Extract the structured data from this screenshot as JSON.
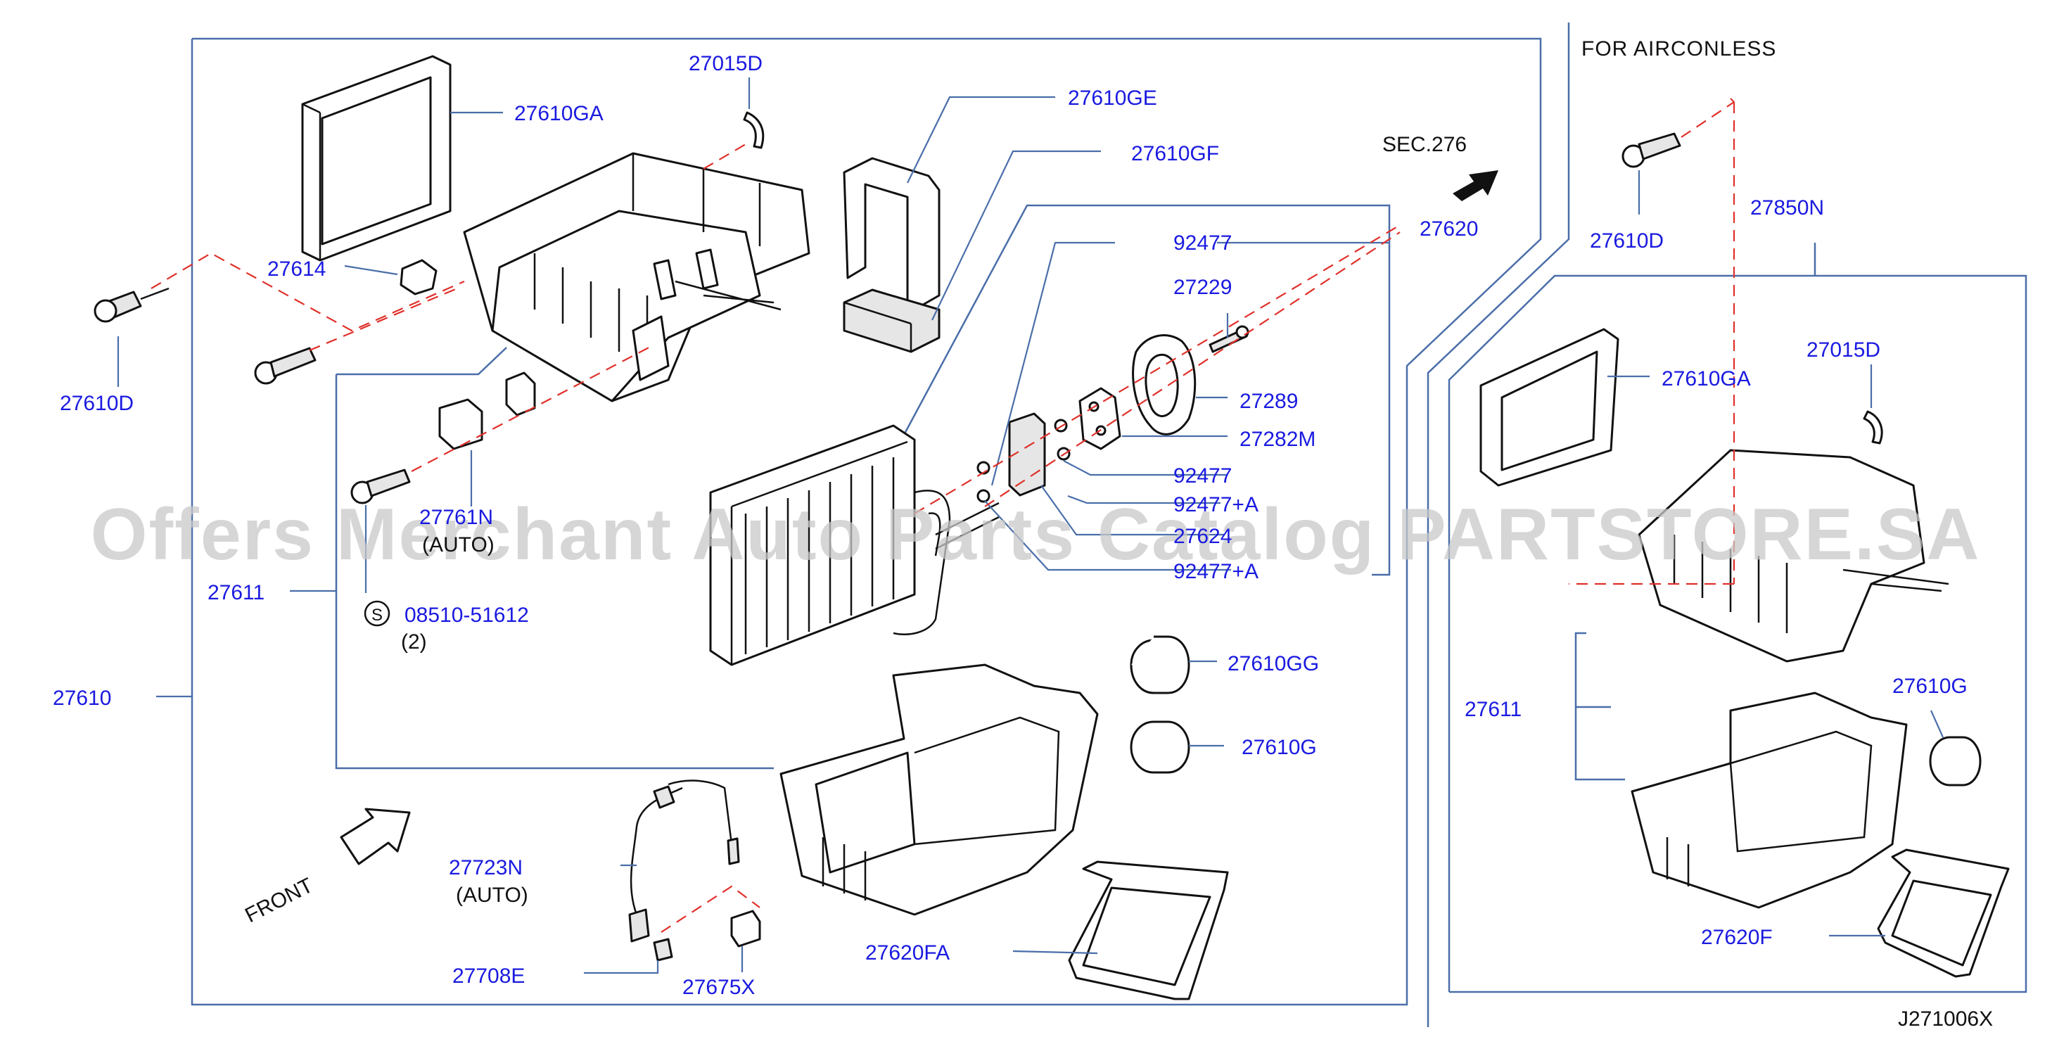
{
  "title_note": "FOR  AIRCONLESS",
  "drawing_code": "J271006X",
  "watermark": "Offers Merchant Auto Parts Catalog PARTSTORE.SA",
  "front_label": "FRONT",
  "sec_ref": "SEC.276",
  "screw_symbol": "S",
  "accent_colors": {
    "label_blue": "#1a1ae0",
    "leader_blue": "#4a6ea9",
    "dash_red": "#e0302a"
  },
  "main_assembly": {
    "labels": {
      "p27015D": "27015D",
      "p27610GA": "27610GA",
      "p27610GE": "27610GE",
      "p27610GF": "27610GF",
      "p27614": "27614",
      "p27610D": "27610D",
      "p27620": "27620",
      "p92477_top": "92477",
      "p27229": "27229",
      "p27289": "27289",
      "p27282M": "27282M",
      "p92477_mid": "92477",
      "p92477A_1": "92477+A",
      "p27624": "27624",
      "p92477A_2": "92477+A",
      "p27761N": "27761N",
      "p27761N_note": "(AUTO)",
      "p27611": "27611",
      "p08510": "08510-51612",
      "p08510_qty": "(2)",
      "p27610": "27610",
      "p27610GG": "27610GG",
      "p27610G": "27610G",
      "p27723N": "27723N",
      "p27723N_note": "(AUTO)",
      "p27708E": "27708E",
      "p27675X": "27675X",
      "p27620FA": "27620FA"
    }
  },
  "airconless_assembly": {
    "labels": {
      "p27610D": "27610D",
      "p27850N": "27850N",
      "p27610GA": "27610GA",
      "p27015D": "27015D",
      "p27611": "27611",
      "p27610G": "27610G",
      "p27620F": "27620F"
    }
  }
}
